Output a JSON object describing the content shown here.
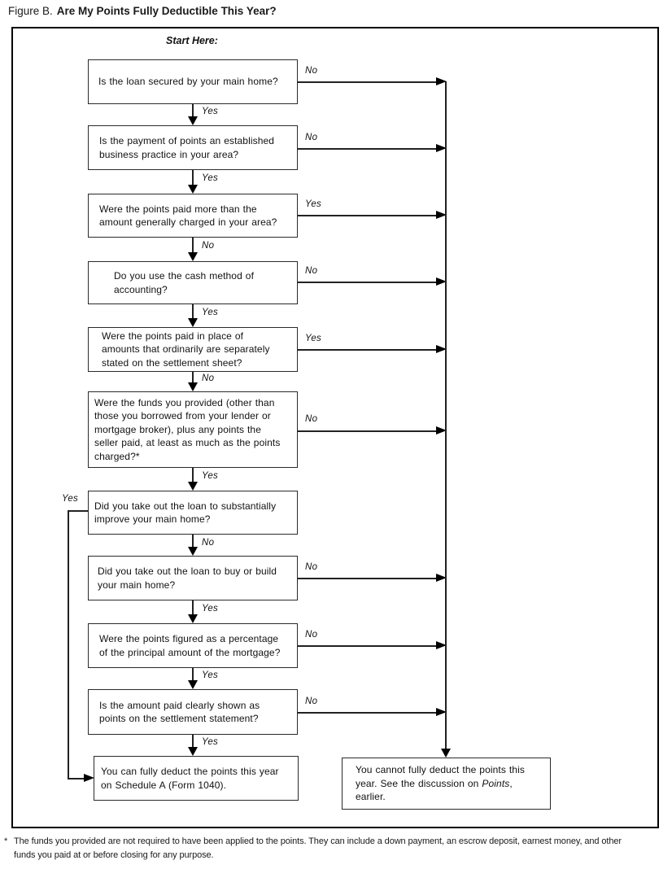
{
  "title": {
    "prefix": "Figure B.",
    "main": "Are My Points Fully Deductible This Year?"
  },
  "start_label": "Start Here:",
  "nodes": [
    {
      "text": "Is the loan secured by your main home?",
      "side_label": "No",
      "down_label": "Yes"
    },
    {
      "text": "Is the payment of points an established\nbusiness practice in your area?",
      "side_label": "No",
      "down_label": "Yes"
    },
    {
      "text": "Were the points paid more than the\namount generally charged in your area?",
      "side_label": "Yes",
      "down_label": "No"
    },
    {
      "text": "Do you use the cash method of\naccounting?",
      "side_label": "No",
      "down_label": "Yes"
    },
    {
      "text": "Were the points paid in place of\namounts that ordinarily are separately\nstated on the settlement sheet?",
      "side_label": "Yes",
      "down_label": "No"
    },
    {
      "text": "Were the funds you provided (other than\nthose you borrowed from your lender or\nmortgage broker), plus any points the\nseller paid, at least as much as the points\ncharged?*",
      "side_label": "No",
      "down_label": "Yes"
    },
    {
      "text": "Did you take out the loan to substantially\nimprove your main home?",
      "side_label": "Yes",
      "down_label": "No"
    },
    {
      "text": "Did you take out the loan to buy or build\nyour main home?",
      "side_label": "No",
      "down_label": "Yes"
    },
    {
      "text": "Were the points figured as a percentage\nof the principal amount of the mortgage?",
      "side_label": "No",
      "down_label": "Yes"
    },
    {
      "text": "Is the amount paid clearly shown as\npoints on the settlement statement?",
      "side_label": "No",
      "down_label": "Yes"
    }
  ],
  "outcomes": {
    "deduct": {
      "text": "You can fully deduct the points this year\non Schedule A (Form 1040)."
    },
    "no_deduct": {
      "before": "You cannot fully deduct the points this\nyear. See the discussion on ",
      "italic": "Points",
      "after": ",\nearlier."
    }
  },
  "footnote": {
    "marker": "*",
    "text": "The funds you provided are not required to have been applied to the points. They can include a down payment, an escrow deposit, earnest money, and other\nfunds you paid at or before closing for any purpose."
  }
}
